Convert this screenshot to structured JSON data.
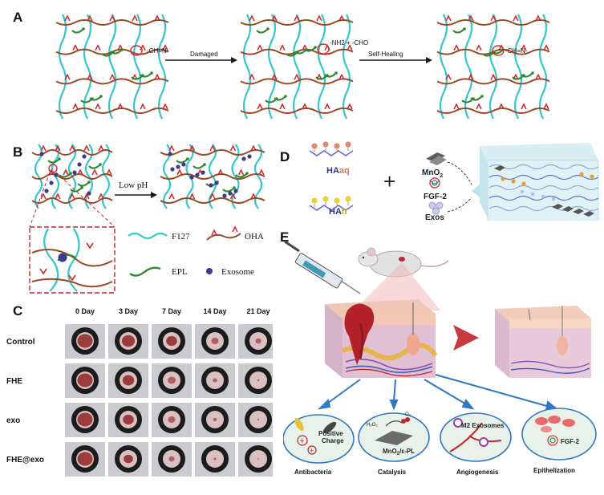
{
  "colors": {
    "f127": "#33c6cc",
    "oha": "#9a4a22",
    "oha_tip": "#d2262b",
    "epl": "#2c8a2c",
    "exosome": "#3d3b8c",
    "arrow": "#1a1a1a",
    "wound": "#b5212b",
    "skin": "#eec7b0",
    "blue_arrow": "#2f78c4"
  },
  "panel_a": {
    "letter": "A",
    "bond_label_1": "-CH=N-",
    "arrow_1_label": "Damaged",
    "bond_label_2": "-NH2 + -CHO",
    "arrow_2_label": "Self-Healing",
    "bond_label_3": "-CH=N-"
  },
  "panel_b": {
    "letter": "B",
    "arrow_label": "Low pH",
    "legend": [
      {
        "name": "F127"
      },
      {
        "name": "OHA"
      },
      {
        "name": "EPL"
      },
      {
        "name": "Exosome"
      }
    ]
  },
  "panel_c": {
    "letter": "C",
    "days": [
      "0 Day",
      "3 Day",
      "7 Day",
      "14 Day",
      "21 Day"
    ],
    "groups": [
      "Control",
      "FHE",
      "exo",
      "FHE@exo"
    ],
    "wound_sizes": [
      [
        1.0,
        0.85,
        0.7,
        0.45,
        0.35
      ],
      [
        1.0,
        0.75,
        0.5,
        0.25,
        0.1
      ],
      [
        1.0,
        0.7,
        0.45,
        0.2,
        0.08
      ],
      [
        1.0,
        0.6,
        0.35,
        0.12,
        0.03
      ]
    ]
  },
  "panel_d": {
    "letter": "D",
    "haaq": {
      "prefix": "HA",
      "suffix": "aq"
    },
    "hah": {
      "prefix": "HA",
      "suffix": "h"
    },
    "plus": "+",
    "components": {
      "mno2": "MnO",
      "mno2_sub": "2",
      "fgf2": "FGF-2",
      "exos": "Exos"
    }
  },
  "panel_e": {
    "letter": "E",
    "circles": [
      {
        "title": "Antibacteria",
        "inner_label": "Positive Charge"
      },
      {
        "title": "Catalysis",
        "inner_label_main": "MnO",
        "inner_label_sub": "2",
        "inner_label_rest": "/ε-PL",
        "small_1": "H₂O₂",
        "small_2": "O₂"
      },
      {
        "title": "Angiogenesis",
        "inner_label": "M2 Exosomes"
      },
      {
        "title": "Epithelization",
        "inner_label": "FGF-2"
      }
    ]
  }
}
